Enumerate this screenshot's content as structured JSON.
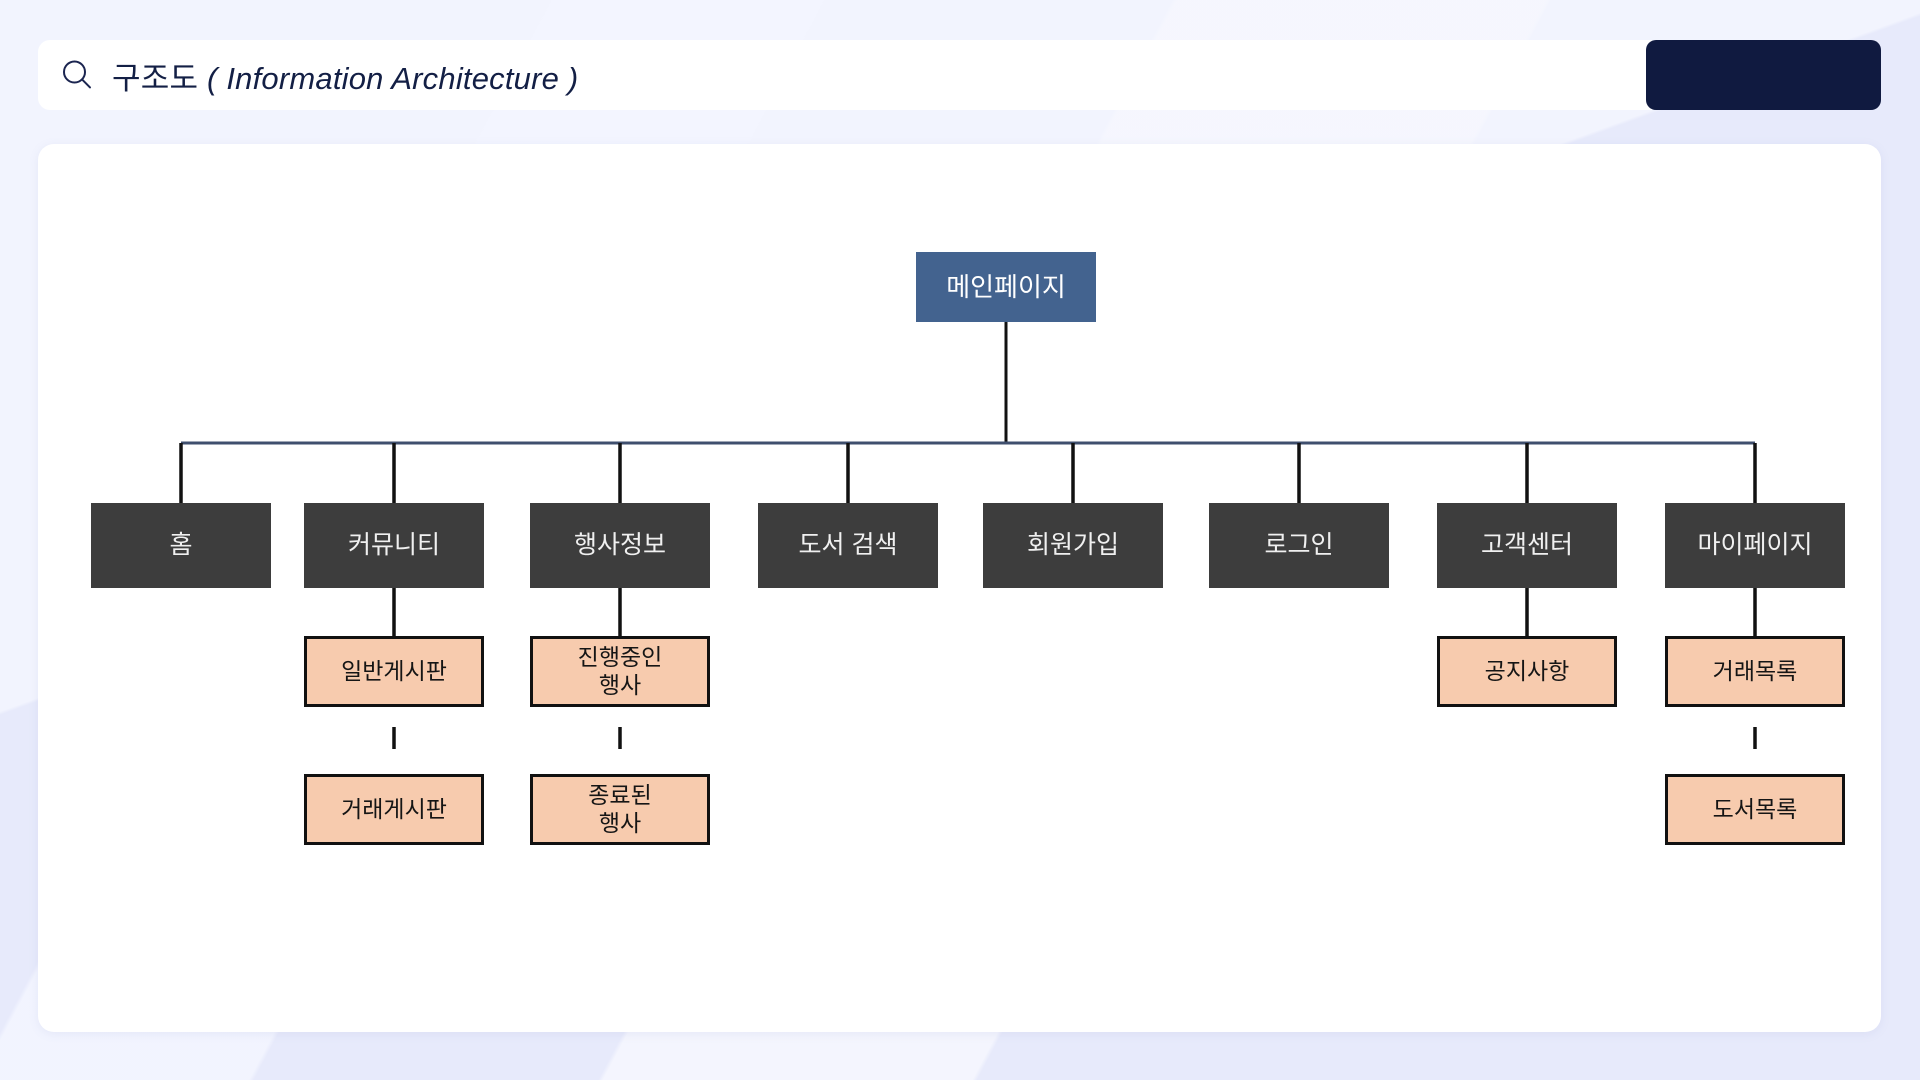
{
  "header": {
    "search_icon": "search-icon",
    "title_ko": "구조도",
    "title_en": "( Information Architecture )",
    "title_full": "구조도 ( Information Architecture )",
    "action_block_label": ""
  },
  "colors": {
    "page_background": "#eceefc",
    "card_background": "#ffffff",
    "title_text": "#131f45",
    "header_action_block": "#101a40",
    "root_node_fill": "#43638f",
    "root_node_text": "#ffffff",
    "level1_node_fill": "#3d3d3d",
    "level1_node_text": "#f0f0f0",
    "level2_node_fill": "#f7cbae",
    "level2_node_text": "#151515",
    "level2_node_border": "#111111",
    "bus_line": "#3f4f6e",
    "connector_line": "#111111"
  },
  "chart_data": {
    "type": "diagram",
    "title": "구조도 ( Information Architecture )",
    "diagram_kind": "tree / sitemap",
    "root": {
      "id": "main",
      "label": "메인페이지",
      "level": 0
    },
    "levels": [
      {
        "level": 0,
        "name": "root",
        "fill": "#43638f"
      },
      {
        "level": 1,
        "name": "primary-menu",
        "fill": "#3d3d3d"
      },
      {
        "level": 2,
        "name": "sub-page",
        "fill": "#f7cbae"
      }
    ],
    "edges": [
      {
        "from": "main",
        "to": "home"
      },
      {
        "from": "main",
        "to": "community"
      },
      {
        "from": "main",
        "to": "event-info"
      },
      {
        "from": "main",
        "to": "book-search"
      },
      {
        "from": "main",
        "to": "signup"
      },
      {
        "from": "main",
        "to": "login"
      },
      {
        "from": "main",
        "to": "customer-center"
      },
      {
        "from": "main",
        "to": "mypage"
      },
      {
        "from": "community",
        "to": "general-board"
      },
      {
        "from": "general-board",
        "to": "trade-board"
      },
      {
        "from": "event-info",
        "to": "ongoing-event"
      },
      {
        "from": "ongoing-event",
        "to": "ended-event"
      },
      {
        "from": "customer-center",
        "to": "notice"
      },
      {
        "from": "mypage",
        "to": "trade-list"
      },
      {
        "from": "trade-list",
        "to": "book-list"
      }
    ]
  },
  "diagram": {
    "root": {
      "id": "main",
      "label": "메인페이지"
    },
    "branches": [
      {
        "id": "home",
        "label": "홈",
        "children": []
      },
      {
        "id": "community",
        "label": "커뮤니티",
        "children": [
          {
            "id": "general-board",
            "label": "일반게시판"
          },
          {
            "id": "trade-board",
            "label": "거래게시판"
          }
        ]
      },
      {
        "id": "event-info",
        "label": "행사정보",
        "children": [
          {
            "id": "ongoing-event",
            "label": "진행중인\n행사"
          },
          {
            "id": "ended-event",
            "label": "종료된\n행사"
          }
        ]
      },
      {
        "id": "book-search",
        "label": "도서 검색",
        "children": []
      },
      {
        "id": "signup",
        "label": "회원가입",
        "children": []
      },
      {
        "id": "login",
        "label": "로그인",
        "children": []
      },
      {
        "id": "customer-center",
        "label": "고객센터",
        "children": [
          {
            "id": "notice",
            "label": "공지사항"
          }
        ]
      },
      {
        "id": "mypage",
        "label": "마이페이지",
        "children": [
          {
            "id": "trade-list",
            "label": "거래목록"
          },
          {
            "id": "book-list",
            "label": "도서목록"
          }
        ]
      }
    ]
  }
}
